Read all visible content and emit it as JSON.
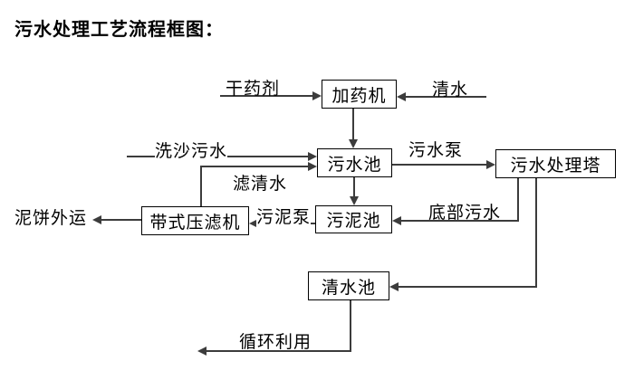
{
  "title": "污水处理工艺流程框图：",
  "diagram": {
    "nodes": {
      "dosing_machine": {
        "label": "加药机"
      },
      "sewage_pool": {
        "label": "污水池"
      },
      "sewage_treatment_tower": {
        "label": "污水处理塔"
      },
      "belt_filter_press": {
        "label": "带式压滤机"
      },
      "sludge_pool": {
        "label": "污泥池"
      },
      "clear_water_pool": {
        "label": "清水池"
      }
    },
    "flow_labels": {
      "dry_agent": "干药剂",
      "clean_water": "清水",
      "sand_washing_sewage": "洗沙污水",
      "sewage_pump": "污水泵",
      "filtered_clean_water": "滤清水",
      "sludge_pump": "污泥泵",
      "bottom_sewage": "底部污水",
      "mud_cake_outbound": "泥饼外运",
      "recycling": "循环利用"
    },
    "edges": [
      {
        "from": "external",
        "to": "dosing_machine",
        "label": "干药剂"
      },
      {
        "from": "external",
        "to": "dosing_machine",
        "label": "清水"
      },
      {
        "from": "dosing_machine",
        "to": "sewage_pool",
        "label": ""
      },
      {
        "from": "external",
        "to": "sewage_pool",
        "label": "洗沙污水"
      },
      {
        "from": "belt_filter_press",
        "to": "sewage_pool",
        "label": "滤清水"
      },
      {
        "from": "sewage_pool",
        "to": "sewage_treatment_tower",
        "label": "污水泵"
      },
      {
        "from": "sewage_pool",
        "to": "sludge_pool",
        "label": ""
      },
      {
        "from": "sewage_treatment_tower",
        "to": "sludge_pool",
        "label": "底部污水"
      },
      {
        "from": "sludge_pool",
        "to": "belt_filter_press",
        "label": "污泥泵"
      },
      {
        "from": "belt_filter_press",
        "to": "external",
        "label": "泥饼外运"
      },
      {
        "from": "sewage_treatment_tower",
        "to": "clear_water_pool",
        "label": ""
      },
      {
        "from": "clear_water_pool",
        "to": "external",
        "label": "循环利用"
      }
    ],
    "colors": {
      "line": "#3c3c3c",
      "box_border": "#000000",
      "text": "#000000",
      "background": "#ffffff"
    }
  }
}
